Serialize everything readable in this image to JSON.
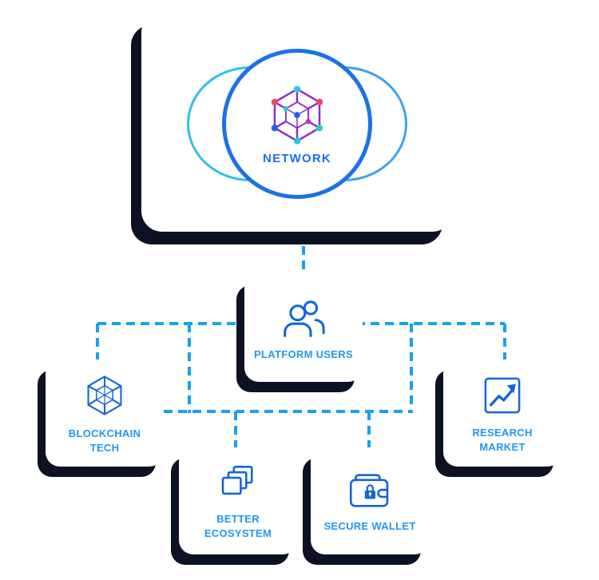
{
  "diagram": {
    "nodes": {
      "network": {
        "label": "NETWORK",
        "icon": "network-hexagon-icon"
      },
      "platform_users": {
        "label": "PLATFORM USERS",
        "icon": "users-icon"
      },
      "blockchain_tech": {
        "label": "BLOCKCHAIN TECH",
        "icon": "blockchain-hexagon-icon"
      },
      "research_market": {
        "label": "RESEARCH MARKET",
        "icon": "growth-chart-icon"
      },
      "better_ecosystem": {
        "label": "BETTER ECOSYSTEM",
        "icon": "stacked-layers-icon"
      },
      "secure_wallet": {
        "label": "SECURE WALLET",
        "icon": "wallet-lock-icon"
      }
    },
    "colors": {
      "connector_blue": "#18a1f2",
      "label_blue": "#1f97f5",
      "icon_blue": "#1565d8",
      "hexagon_purple": "#8f2ccb",
      "circle_blue": "#1b72e8",
      "ellipse_left_blue": "#2cc0ee",
      "ellipse_right_blue": "#39a3f6",
      "node_teal": "#25ccd4",
      "node_red": "#f4426b",
      "node_magenta": "#c62bd6",
      "shadow_navy": "#0c1224",
      "card_white": "#ffffff"
    }
  }
}
